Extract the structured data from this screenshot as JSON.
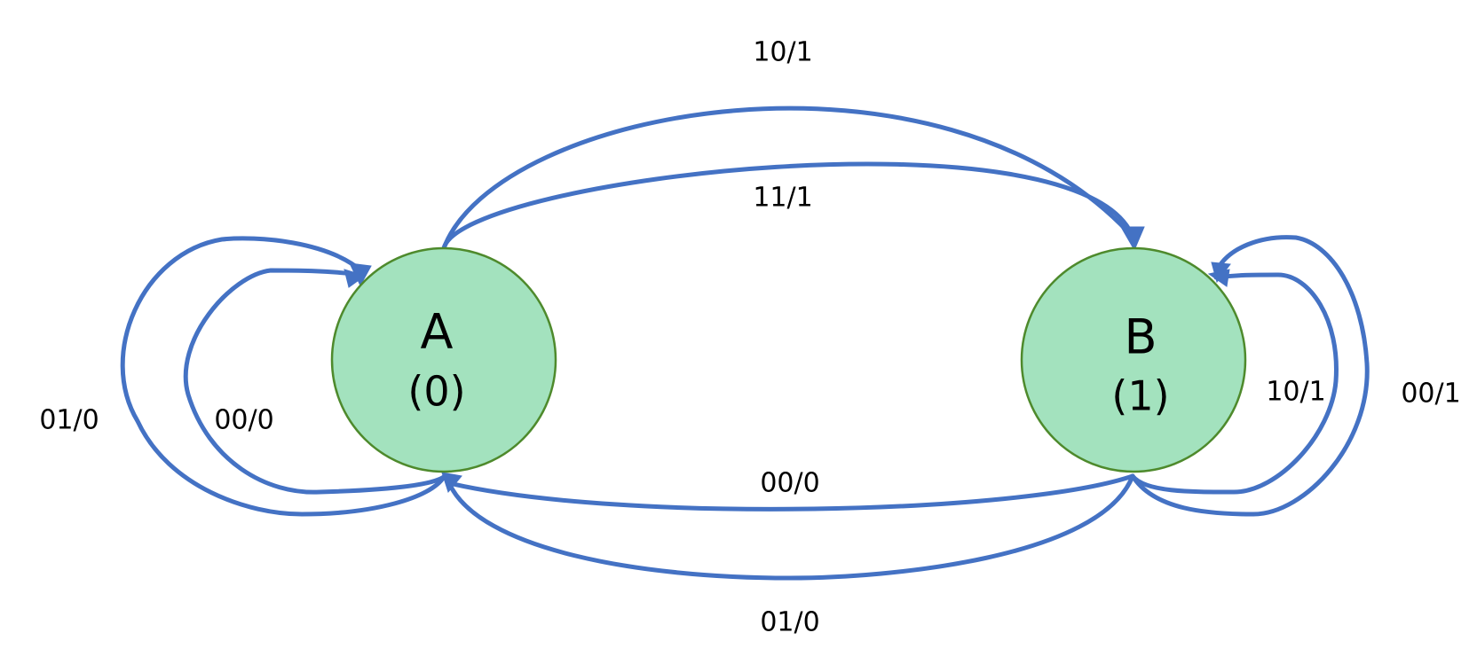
{
  "colors": {
    "edge": "#4472C4",
    "state_fill": "#A3E2BE",
    "state_stroke": "#4E8A2C",
    "text": "#000000",
    "background": "#FFFFFF"
  },
  "states": {
    "A": {
      "name": "A",
      "output": "(0)"
    },
    "B": {
      "name": "B",
      "output": "(1)"
    }
  },
  "transitions": [
    {
      "id": "a-to-b-outer",
      "from": "A",
      "to": "B",
      "label": "10/1"
    },
    {
      "id": "a-to-b-inner",
      "from": "A",
      "to": "B",
      "label": "11/1"
    },
    {
      "id": "a-self-outer",
      "from": "A",
      "to": "A",
      "label": "01/0"
    },
    {
      "id": "a-self-inner",
      "from": "A",
      "to": "A",
      "label": "00/0"
    },
    {
      "id": "b-to-a-inner",
      "from": "B",
      "to": "A",
      "label": "00/0"
    },
    {
      "id": "b-to-a-outer",
      "from": "B",
      "to": "A",
      "label": "01/0"
    },
    {
      "id": "b-self-inner",
      "from": "B",
      "to": "B",
      "label": "10/1"
    },
    {
      "id": "b-self-outer",
      "from": "B",
      "to": "B",
      "label": "00/1"
    }
  ]
}
